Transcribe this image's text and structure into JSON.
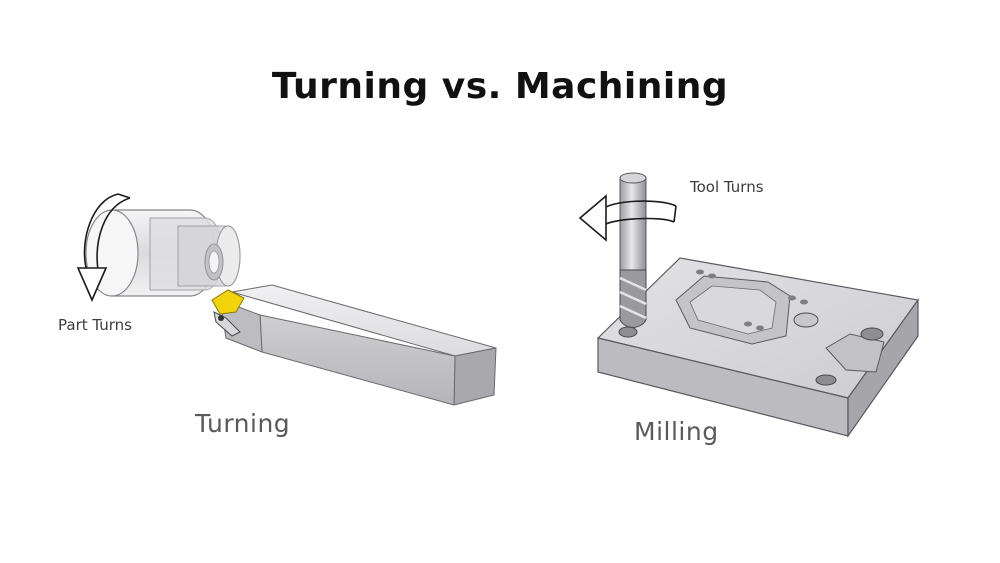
{
  "title": "Turning vs. Machining",
  "turning": {
    "caption": "Turning",
    "annotation": "Part Turns"
  },
  "milling": {
    "caption": "Milling",
    "annotation": "Tool Turns"
  },
  "colors": {
    "insert": "#f2d40c",
    "metal_light": "#e4e4e6",
    "metal_mid": "#c9c9cc",
    "metal_dark": "#9a9a9e",
    "outline": "#4a4a4a",
    "text_caption": "#5a5a5a"
  },
  "icons": [
    "rotation-arrow-icon",
    "rotation-arrow-icon"
  ]
}
